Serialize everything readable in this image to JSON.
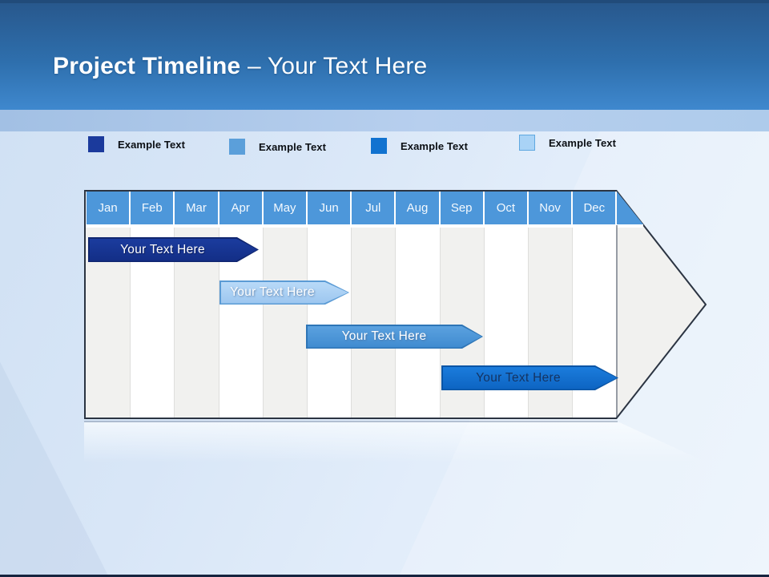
{
  "slide": {
    "title": {
      "bold": "Project Timeline",
      "rest": "– Your Text Here"
    }
  },
  "legend": {
    "items": [
      {
        "label": "Example Text",
        "color": "#1B3A9C"
      },
      {
        "label": "Example Text",
        "color": "#5B9FDA"
      },
      {
        "label": "Example Text",
        "color": "#1172D0"
      },
      {
        "label": "Example Text",
        "color": "#A9D3F6",
        "border": "#5FA8E0"
      }
    ]
  },
  "timeline": {
    "header_color": "#4D97DA",
    "months": [
      "Jan",
      "Feb",
      "Mar",
      "Apr",
      "May",
      "Jun",
      "Jul",
      "Aug",
      "Sep",
      "Oct",
      "Nov",
      "Dec"
    ],
    "column_colors": {
      "odd": "#F1F1EF",
      "even": "#FFFFFF"
    },
    "bars": [
      {
        "label": "Your Text Here",
        "fill_top": "#1B3C9E",
        "fill_bottom": "#132E86",
        "border": "#10266F",
        "text_color": "#FFFFFF"
      },
      {
        "label": "Your Text Here",
        "fill_top": "#B9DAF8",
        "fill_bottom": "#9CC6EF",
        "border": "#5B9BD5",
        "text_color": "#FFFFFF"
      },
      {
        "label": "Your Text Here",
        "fill_top": "#5BA1DF",
        "fill_bottom": "#3F8BD0",
        "border": "#2E75B6",
        "text_color": "#FFFFFF"
      },
      {
        "label": "Your Text Here",
        "fill_top": "#1B7CDC",
        "fill_bottom": "#0D64C2",
        "border": "#0A55A5",
        "text_color": "#143463"
      }
    ]
  },
  "chart_data": {
    "type": "gantt",
    "title": "Project Timeline – Your Text Here",
    "x_categories": [
      "Jan",
      "Feb",
      "Mar",
      "Apr",
      "May",
      "Jun",
      "Jul",
      "Aug",
      "Sep",
      "Oct",
      "Nov",
      "Dec"
    ],
    "bars": [
      {
        "row": 1,
        "label": "Your Text Here",
        "start_month": "Jan",
        "end_month": "Mar",
        "color": "#17378F"
      },
      {
        "row": 2,
        "label": "Your Text Here",
        "start_month": "Apr",
        "end_month": "May",
        "color": "#A9CEF2"
      },
      {
        "row": 3,
        "label": "Your Text Here",
        "start_month": "Jun",
        "end_month": "Sep",
        "color": "#4E97DA"
      },
      {
        "row": 4,
        "label": "Your Text Here",
        "start_month": "Oct",
        "end_month": "Dec",
        "color": "#1173D4"
      }
    ],
    "legend_entries": [
      "Example Text",
      "Example Text",
      "Example Text",
      "Example Text"
    ],
    "legend_position": "top",
    "grid": "vertical month columns, alternating gray/white",
    "container_shape": "right-pointing arrow"
  }
}
